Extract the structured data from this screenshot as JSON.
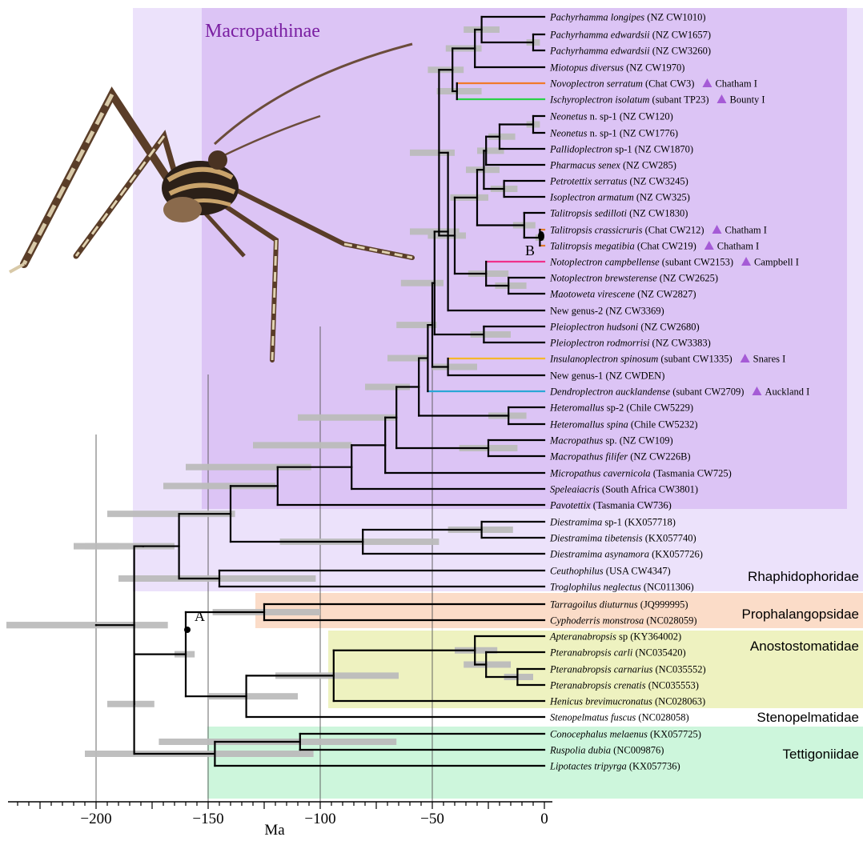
{
  "figure": {
    "subfamily_label": "Macropathinae",
    "axis": {
      "label": "Ma",
      "ticks": [
        -200,
        -150,
        -100,
        -50,
        0
      ],
      "xmin": -240,
      "xmax": 0
    },
    "node_labels": [
      "A",
      "B"
    ]
  },
  "families": [
    {
      "name": "Rhaphidophoridae",
      "color": "#e8dcf8"
    },
    {
      "name": "Prophalangopsidae",
      "color": "#fbdcc8"
    },
    {
      "name": "Anostostomatidae",
      "color": "#eef2c0"
    },
    {
      "name": "Stenopelmatidae",
      "color": "#ffffff"
    },
    {
      "name": "Tettigoniidae",
      "color": "#cdf6dc"
    }
  ],
  "colors": {
    "macropathinae_box": "#dcc4f5",
    "rhaphido_box": "#ece2fb",
    "island_marker": "#a55bd6",
    "confidence_bar": "#bcbcbc"
  },
  "taxa": [
    {
      "name": "Pachyrhamma longipes",
      "code": "(NZ CW1010)"
    },
    {
      "name": "Pachyrhamma edwardsii",
      "code": "(NZ CW1657)"
    },
    {
      "name": "Pachyrhamma edwardsii",
      "code": "(NZ CW3260)"
    },
    {
      "name": "Miotopus diversus",
      "code": "(NZ CW1970)"
    },
    {
      "name": "Novoplectron serratum",
      "code": "(Chat CW3)",
      "island": "Chatham I"
    },
    {
      "name": "Ischyroplectron isolatum",
      "code": "(subant TP23)",
      "island": "Bounty I"
    },
    {
      "name": "Neonetus",
      "extra": " n. sp-1",
      "code": "(NZ CW120)"
    },
    {
      "name": "Neonetus",
      "extra": " n. sp-1",
      "code": "(NZ CW1776)"
    },
    {
      "name": "Pallidoplectron",
      "extra": " sp-1",
      "code": "(NZ CW1870)"
    },
    {
      "name": "Pharmacus senex",
      "code": "(NZ CW285)"
    },
    {
      "name": "Petrotettix serratus",
      "code": "(NZ CW3245)"
    },
    {
      "name": "Isoplectron armatum",
      "code": "(NZ CW325)"
    },
    {
      "name": "Talitropsis sedilloti",
      "code": "(NZ CW1830)"
    },
    {
      "name": "Talitropsis crassicruris",
      "code": "(Chat CW212)",
      "island": "Chatham I"
    },
    {
      "name": "Talitropsis megatibia",
      "code": "(Chat CW219)",
      "island": "Chatham I"
    },
    {
      "name": "Notoplectron campbellense",
      "code": "(subant CW2153)",
      "island": "Campbell I"
    },
    {
      "name": "Notoplectron brewsterense",
      "code": "(NZ CW2625)"
    },
    {
      "name": "Maotoweta virescene",
      "code": "(NZ CW2827)"
    },
    {
      "name": "",
      "extra": "New genus-2",
      "code": "(NZ CW3369)"
    },
    {
      "name": "Pleioplectron hudsoni",
      "code": "(NZ CW2680)"
    },
    {
      "name": "Pleioplectron rodmorrisi",
      "code": "(NZ CW3383)"
    },
    {
      "name": "Insulanoplectron spinosum",
      "code": "(subant CW1335)",
      "island": "Snares I"
    },
    {
      "name": "",
      "extra": "New genus-1",
      "code": "(NZ CWDEN)"
    },
    {
      "name": "Dendroplectron aucklandense",
      "code": "(subant CW2709)",
      "island": "Auckland I"
    },
    {
      "name": "Heteromallus",
      "extra": " sp-2",
      "code": "(Chile CW5229)"
    },
    {
      "name": "Heteromallus spina",
      "code": "(Chile CW5232)"
    },
    {
      "name": "Macropathus",
      "extra": " sp.",
      "code": "(NZ CW109)"
    },
    {
      "name": "Macropathus filifer",
      "code": "(NZ CW226B)"
    },
    {
      "name": "Micropathus cavernicola",
      "code": "(Tasmania CW725)"
    },
    {
      "name": "Speleaiacris",
      "code": "(South Africa CW3801)"
    },
    {
      "name": "Pavotettix",
      "code": "(Tasmania CW736)"
    },
    {
      "name": "Diestramima",
      "extra": " sp-1",
      "code": "(KX057718)"
    },
    {
      "name": "Diestramima tibetensis",
      "code": "(KX057740)"
    },
    {
      "name": "Diestramima asynamora",
      "code": "(KX057726)"
    },
    {
      "name": "Ceuthophilus",
      "code": "(USA CW4347)"
    },
    {
      "name": "Troglophilus neglectus",
      "code": "(NC011306)"
    },
    {
      "name": "Tarragoilus diuturnus",
      "code": "(JQ999995)"
    },
    {
      "name": "Cyphoderris monstrosa",
      "code": "(NC028059)"
    },
    {
      "name": "Apteranabropsis",
      "extra": " sp",
      "code": "(KY364002)"
    },
    {
      "name": "Pteranabropsis carli",
      "code": "(NC035420)"
    },
    {
      "name": "Pteranabropsis carnarius",
      "code": "(NC035552)"
    },
    {
      "name": "Pteranabropsis crenatis",
      "code": "(NC035553)"
    },
    {
      "name": "Henicus brevimucronatus",
      "code": "(NC028063)"
    },
    {
      "name": "Stenopelmatus fuscus",
      "code": "(NC028058)"
    },
    {
      "name": "Conocephalus melaenus",
      "code": "(KX057725)"
    },
    {
      "name": "Ruspolia dubia",
      "code": "(NC009876)"
    },
    {
      "name": "Lipotactes tripyrga",
      "code": "(KX057736)"
    }
  ]
}
